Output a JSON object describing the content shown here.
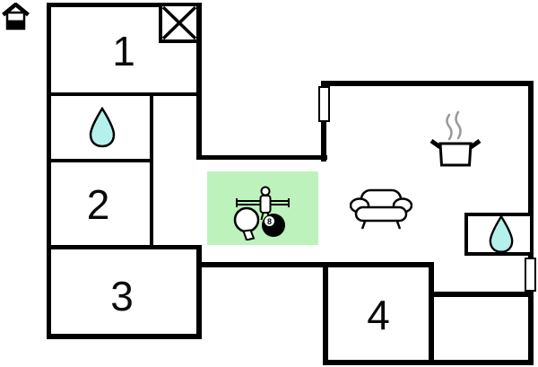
{
  "rooms": {
    "r1": {
      "label": "1"
    },
    "r2": {
      "label": "2"
    },
    "r3": {
      "label": "3"
    },
    "r4": {
      "label": "4"
    }
  },
  "game_area": {
    "eight_ball_label": "8",
    "description_icons": [
      "table-tennis-paddle",
      "foosball-player",
      "billiard-eight-ball"
    ]
  },
  "icons": {
    "entrance": "house-icon",
    "skylight": "crossed-window-icon",
    "bathroom_left": "water-drop-icon",
    "bathroom_right": "water-drop-icon",
    "kitchen": "cooking-pot-icon",
    "living": "sofa-icon",
    "games": "games-icon",
    "openings": [
      "door-window-icon-left",
      "door-window-icon-right"
    ]
  },
  "colors": {
    "wall": "#000000",
    "games_area_green": "#bdf2bd",
    "water_drop_cyan": "#b5f0ec",
    "steam_gray": "#999999",
    "background": "#ffffff"
  }
}
